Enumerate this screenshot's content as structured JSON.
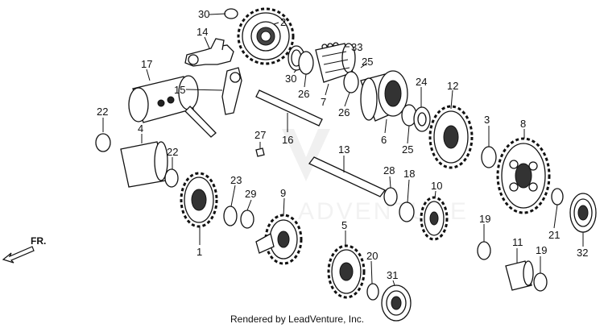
{
  "diagram": {
    "callouts": [
      "30",
      "2",
      "14",
      "33",
      "25",
      "17",
      "15",
      "12",
      "24",
      "30",
      "26",
      "7",
      "26",
      "22",
      "16",
      "3",
      "8",
      "27",
      "4",
      "22",
      "13",
      "6",
      "25",
      "28",
      "18",
      "23",
      "29",
      "9",
      "10",
      "21",
      "19",
      "11",
      "32",
      "1",
      "5",
      "20",
      "19",
      "31"
    ],
    "watermark": "ADVENTURE",
    "direction_label": "FR.",
    "credit": "Rendered by LeadVenture, Inc."
  }
}
